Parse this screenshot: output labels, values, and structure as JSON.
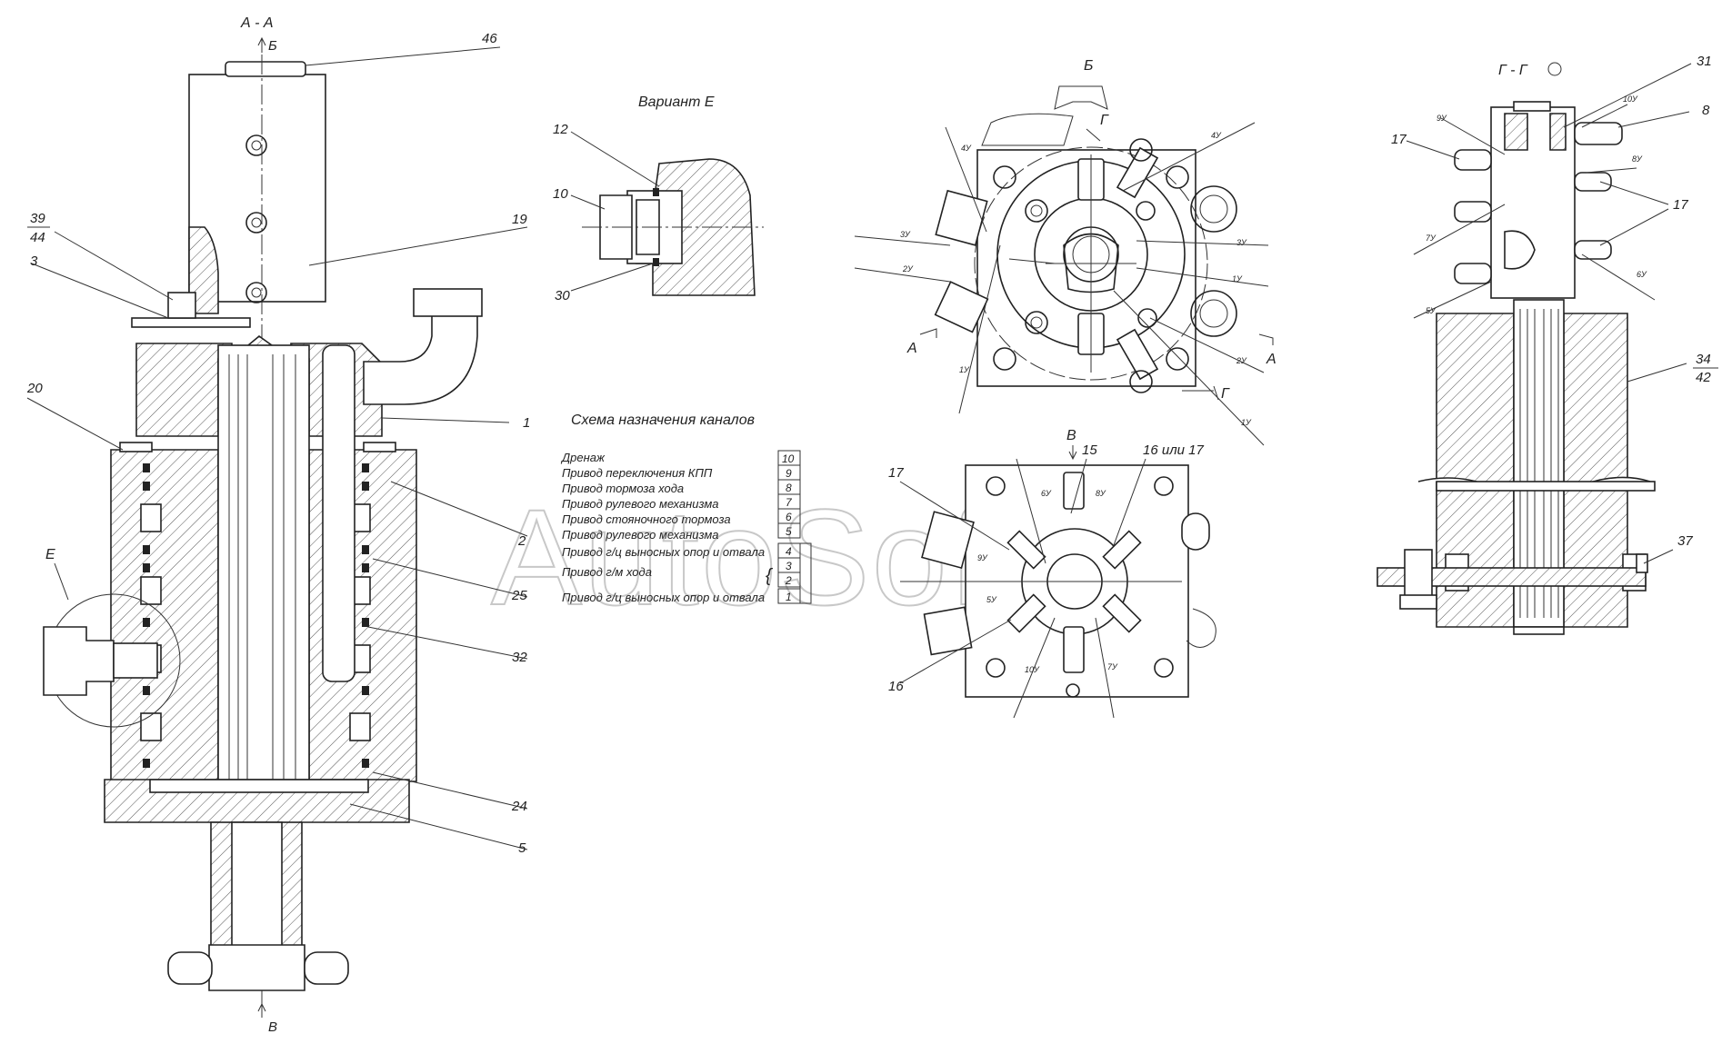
{
  "watermark": "AutoSoft",
  "section_labels": {
    "aa": "А - А",
    "b_top": "Б",
    "b_view": "Б",
    "v_bottom": "В",
    "v_view": "В",
    "g_top": "Г",
    "gg": "Г - Г",
    "variant_marker": "Е",
    "a_left": "А",
    "a_right": "А",
    "g_right": "Г"
  },
  "variant_title": "Вариант  Е",
  "scheme_title": "Схема назначения каналов",
  "channels": [
    {
      "num": "10",
      "label": "Дренаж"
    },
    {
      "num": "9",
      "label": "Привод переключения КПП"
    },
    {
      "num": "8",
      "label": "Привод тормоза хода"
    },
    {
      "num": "7",
      "label": "Привод рулевого механизма"
    },
    {
      "num": "6",
      "label": "Привод стояночного тормоза"
    },
    {
      "num": "5",
      "label": "Привод рулевого механизма"
    },
    {
      "num": "4",
      "label": "Привод г/ц выносных опор и отвала"
    },
    {
      "num": "3",
      "label": "Привод г/м хода"
    },
    {
      "num": "2",
      "label": ""
    },
    {
      "num": "1",
      "label": "Привод г/ц выносных опор и отвала"
    }
  ],
  "callouts": {
    "c46": "46",
    "c19": "19",
    "c39": "39",
    "c44": "44",
    "c3": "3",
    "c20": "20",
    "c1": "1",
    "c2": "2",
    "c25": "25",
    "c32": "32",
    "c24": "24",
    "c5": "5",
    "c12": "12",
    "c10": "10",
    "c30": "30",
    "c15": "15",
    "c16or17": "16 или 17",
    "c17v": "17",
    "c16v": "16",
    "c31": "31",
    "c8": "8",
    "c17gl": "17",
    "c17gr": "17",
    "c34": "34",
    "c42": "42",
    "c37": "37"
  },
  "ports": {
    "b": {
      "p1": "1У",
      "p2": "2У",
      "p3": "3У",
      "p4": "4У",
      "p1r": "1У",
      "p2r": "2У",
      "p3r": "3У",
      "p4r": "4У",
      "p1b": "1У"
    },
    "v": {
      "p6": "6У",
      "p8": "8У",
      "p9": "9У",
      "p5": "5У",
      "p10": "10У",
      "p7": "7У"
    },
    "g": {
      "p9": "9У",
      "p10": "10У",
      "p8": "8У",
      "p7": "7У",
      "p6": "6У",
      "p5": "5У"
    }
  }
}
